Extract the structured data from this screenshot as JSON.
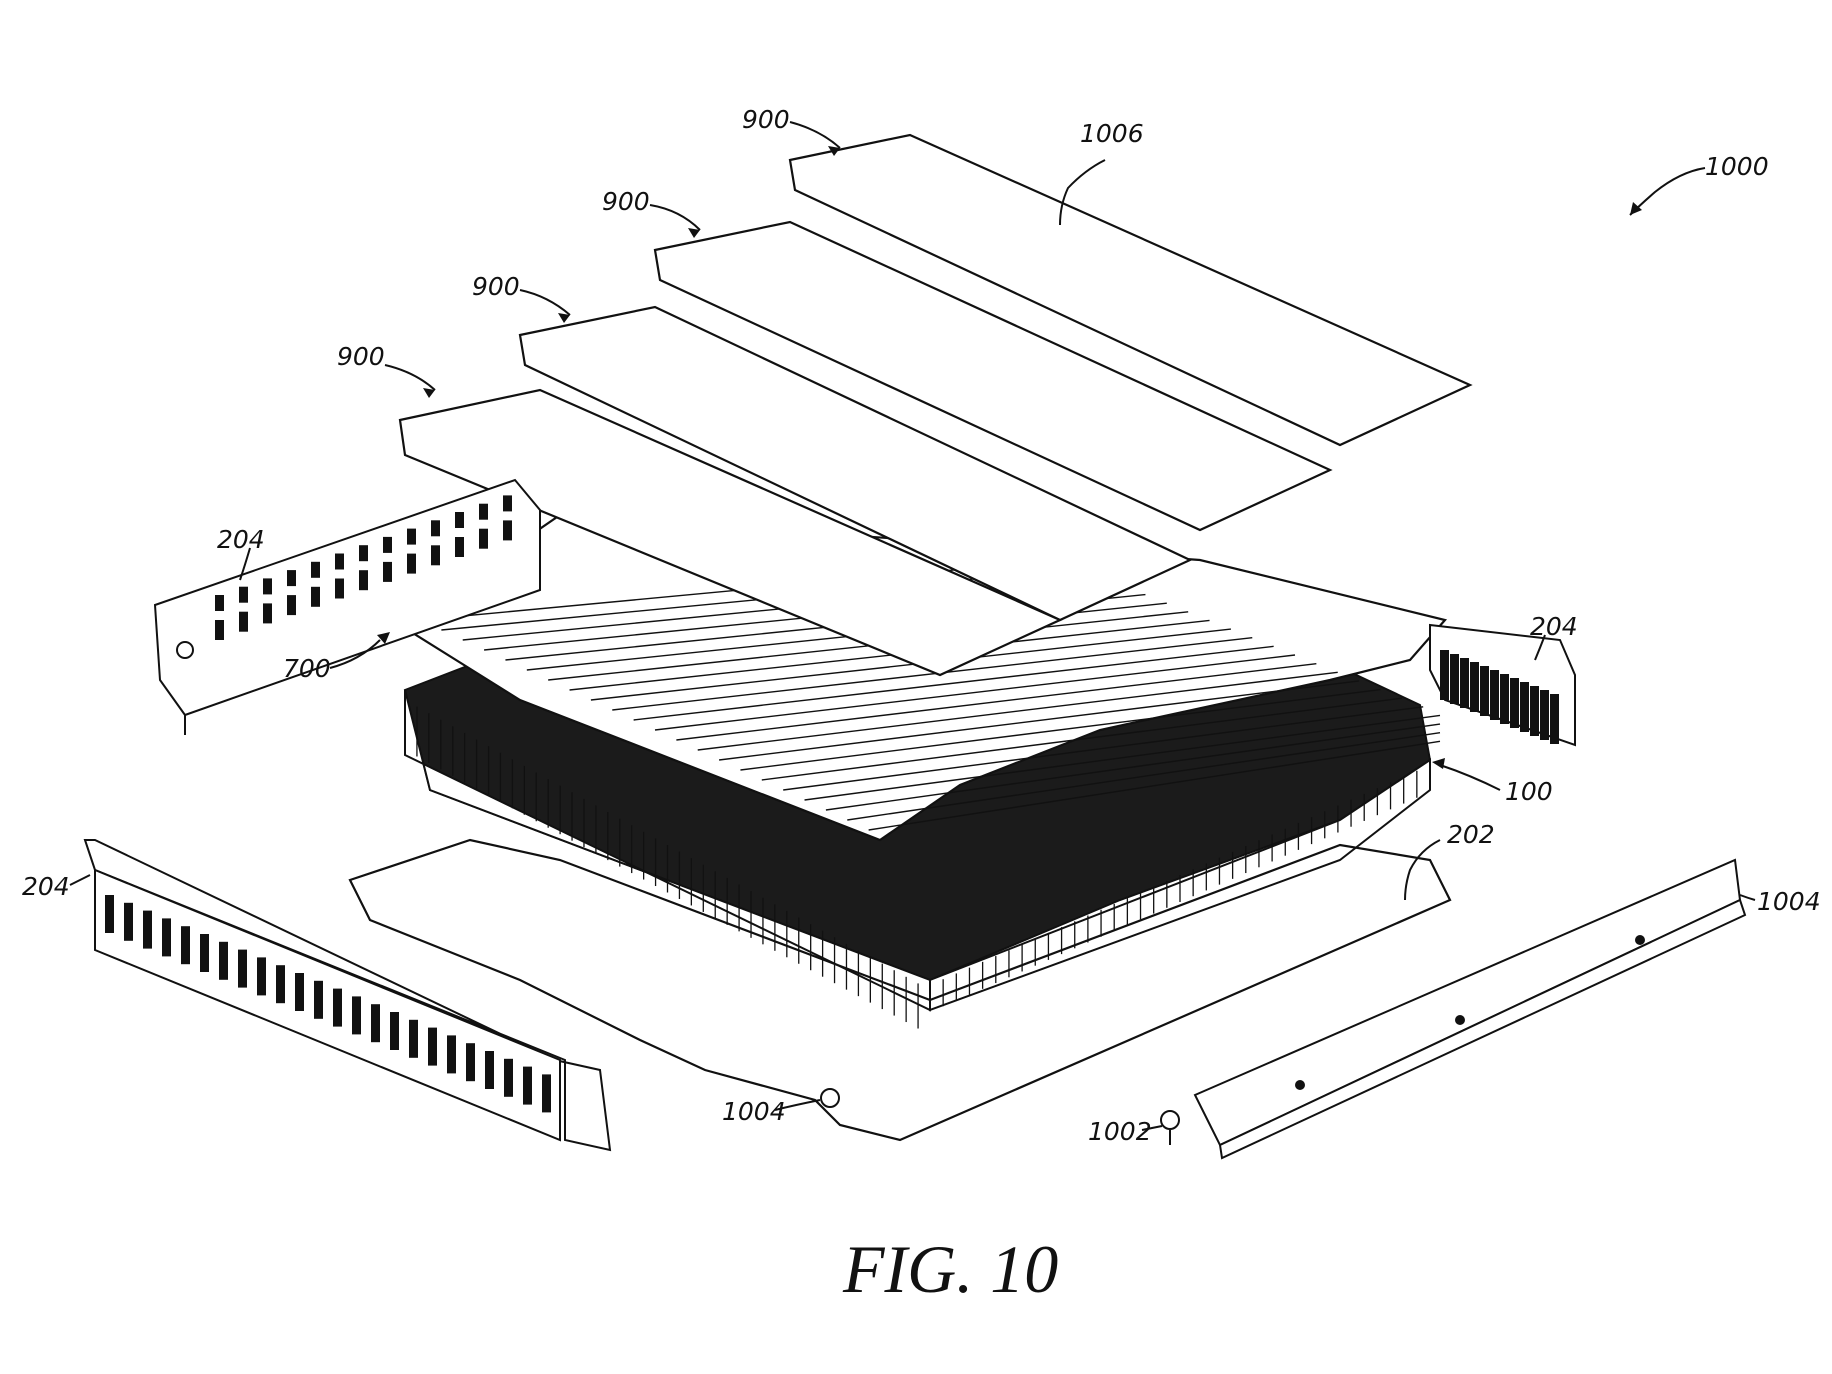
{
  "figure": {
    "caption": "FIG. 10",
    "colors": {
      "ink": "#111111",
      "paper": "#ffffff",
      "cell_fill": "#1a1a1a"
    },
    "components": [
      {
        "key": "plate_1006",
        "ref": "1006"
      },
      {
        "key": "plate_900_a",
        "ref": "900"
      },
      {
        "key": "plate_900_b",
        "ref": "900"
      },
      {
        "key": "plate_900_c",
        "ref": "900"
      },
      {
        "key": "plate_900_d",
        "ref": "900"
      },
      {
        "key": "assembly",
        "ref": "1000"
      },
      {
        "key": "interconnect_700",
        "ref": "700"
      },
      {
        "key": "cell_array",
        "ref": "100"
      },
      {
        "key": "base_plate",
        "ref": "202"
      },
      {
        "key": "side_rail_left_back",
        "ref": "204"
      },
      {
        "key": "side_rail_right_back",
        "ref": "204"
      },
      {
        "key": "side_rail_left_front",
        "ref": "204"
      },
      {
        "key": "side_rail_right_front",
        "ref": "204"
      },
      {
        "key": "fastener_1004",
        "ref": "1004"
      },
      {
        "key": "fastener_1002",
        "ref": "1002"
      }
    ]
  }
}
